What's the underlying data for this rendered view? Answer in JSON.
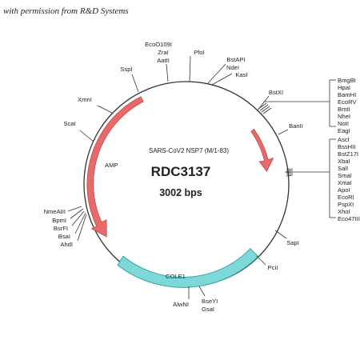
{
  "credit": "with permission from R&D Systems",
  "plasmid": {
    "name": "RDC3137",
    "size": "3002 bps",
    "insert": "SARS-CoV2 NSP7 (M/1-83)"
  },
  "features": {
    "amp": "AMP",
    "cole1": "COLE1"
  },
  "colors": {
    "arrow_fill": "#e86a6a",
    "arrow_stroke": "#c24848",
    "cole1_fill": "#7fd8d8",
    "cole1_stroke": "#35a8a8",
    "line": "#333333"
  },
  "sites": {
    "top_left_group": [
      "EcoO109I",
      "ZraI",
      "AatII"
    ],
    "pfoi": "PfoI",
    "bstapi_group": [
      "BstAPI",
      "NdeI"
    ],
    "kasi": "KasI",
    "bstxi": "BstXI",
    "sspi": "SspI",
    "xmni": "XmnI",
    "scai": "ScaI",
    "mcs1": [
      "BmgBI",
      "HpaI",
      "BamHI",
      "EcoRV",
      "BmtI",
      "NheI",
      "NotI",
      "EagI"
    ],
    "banii": "BanII",
    "mcs2": [
      "AscI",
      "BssHII",
      "BstZ17I",
      "XbaI",
      "SalI",
      "SmaI",
      "XmaI",
      "ApoI",
      "EcoRI",
      "PspXI",
      "XhoI",
      "Eco47III"
    ],
    "left_group": [
      "NmeAIII",
      "BpmI",
      "BsrFI",
      "BsaI",
      "AhdI"
    ],
    "sapi": "SapI",
    "pcii": "PciI",
    "alwni": "AlwNI",
    "bsey_group": [
      "BseYI",
      "GsaI"
    ]
  }
}
